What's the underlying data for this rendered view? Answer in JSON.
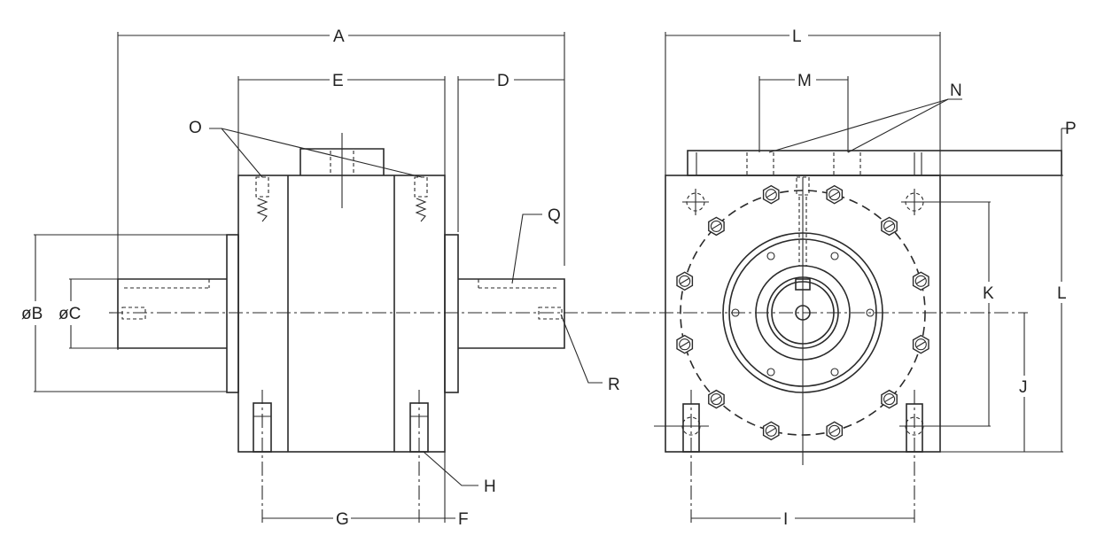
{
  "labels": {
    "A": "A",
    "B": "øB",
    "C": "øC",
    "D": "D",
    "E": "E",
    "F": "F",
    "G": "G",
    "H": "H",
    "I": "I",
    "J": "J",
    "K": "K",
    "L_top": "L",
    "L_side": "L",
    "M": "M",
    "N": "N",
    "O": "O",
    "P": "P",
    "Q": "Q",
    "R": "R"
  },
  "colors": {
    "line": "#2a2a2a",
    "text": "#222222",
    "background": "#ffffff"
  }
}
